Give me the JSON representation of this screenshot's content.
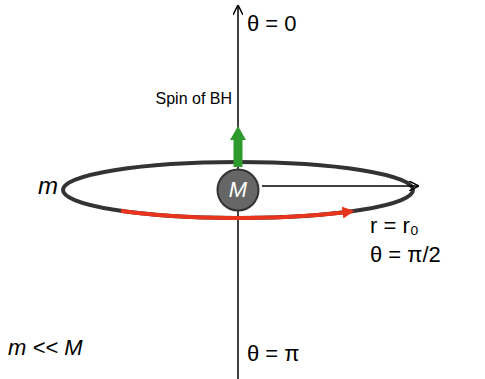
{
  "diagram": {
    "nodes": [
      {
        "text": [
          "M"
        ]
      }
    ],
    "labels": [
      "θ = 0",
      "Spin of BH",
      "m",
      "r = r₀",
      "θ = π/2",
      "θ = π",
      "m << M"
    ]
  }
}
